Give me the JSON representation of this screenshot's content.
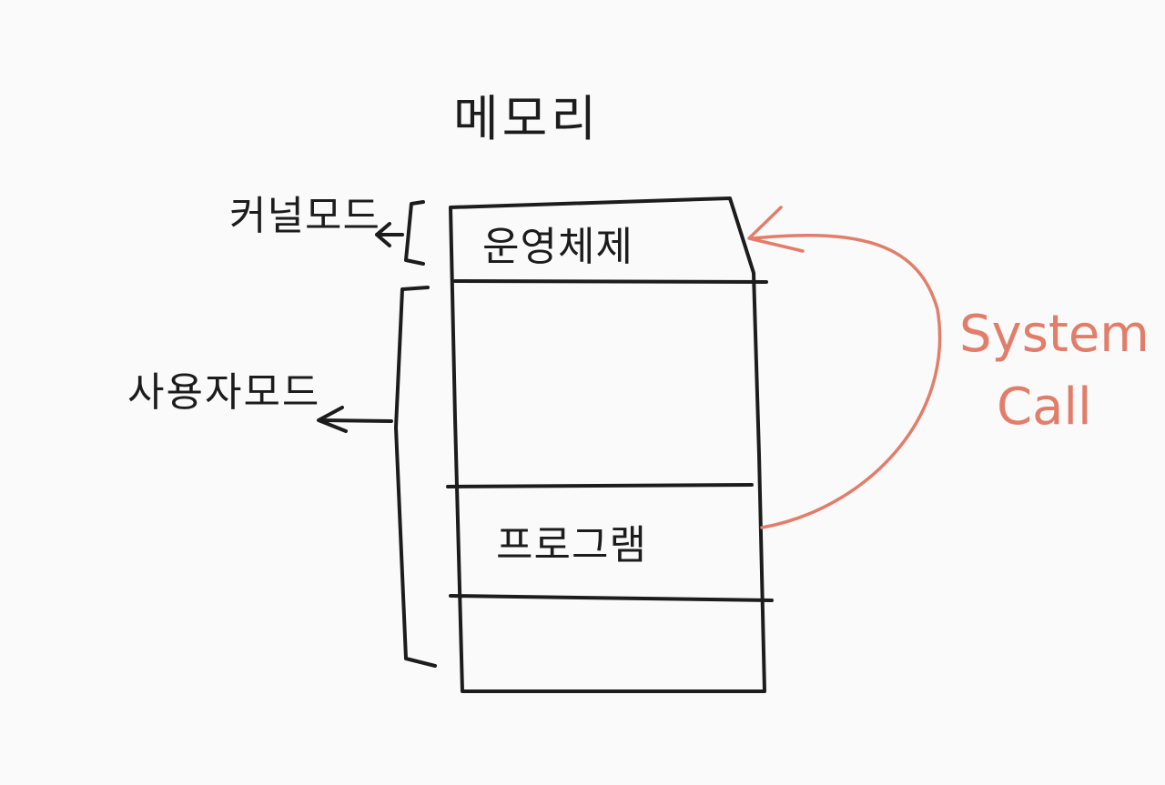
{
  "diagram": {
    "title": "메모리",
    "modes": {
      "kernel": "커널모드",
      "user": "사용자모드"
    },
    "memory_blocks": {
      "operating_system": "운영체제",
      "program": "프로그램"
    },
    "system_call": {
      "line1": "System",
      "line2": "Call"
    }
  },
  "colors": {
    "ink": "#1c1c1c",
    "accent": "#e27d69",
    "background": "#fafafa"
  }
}
